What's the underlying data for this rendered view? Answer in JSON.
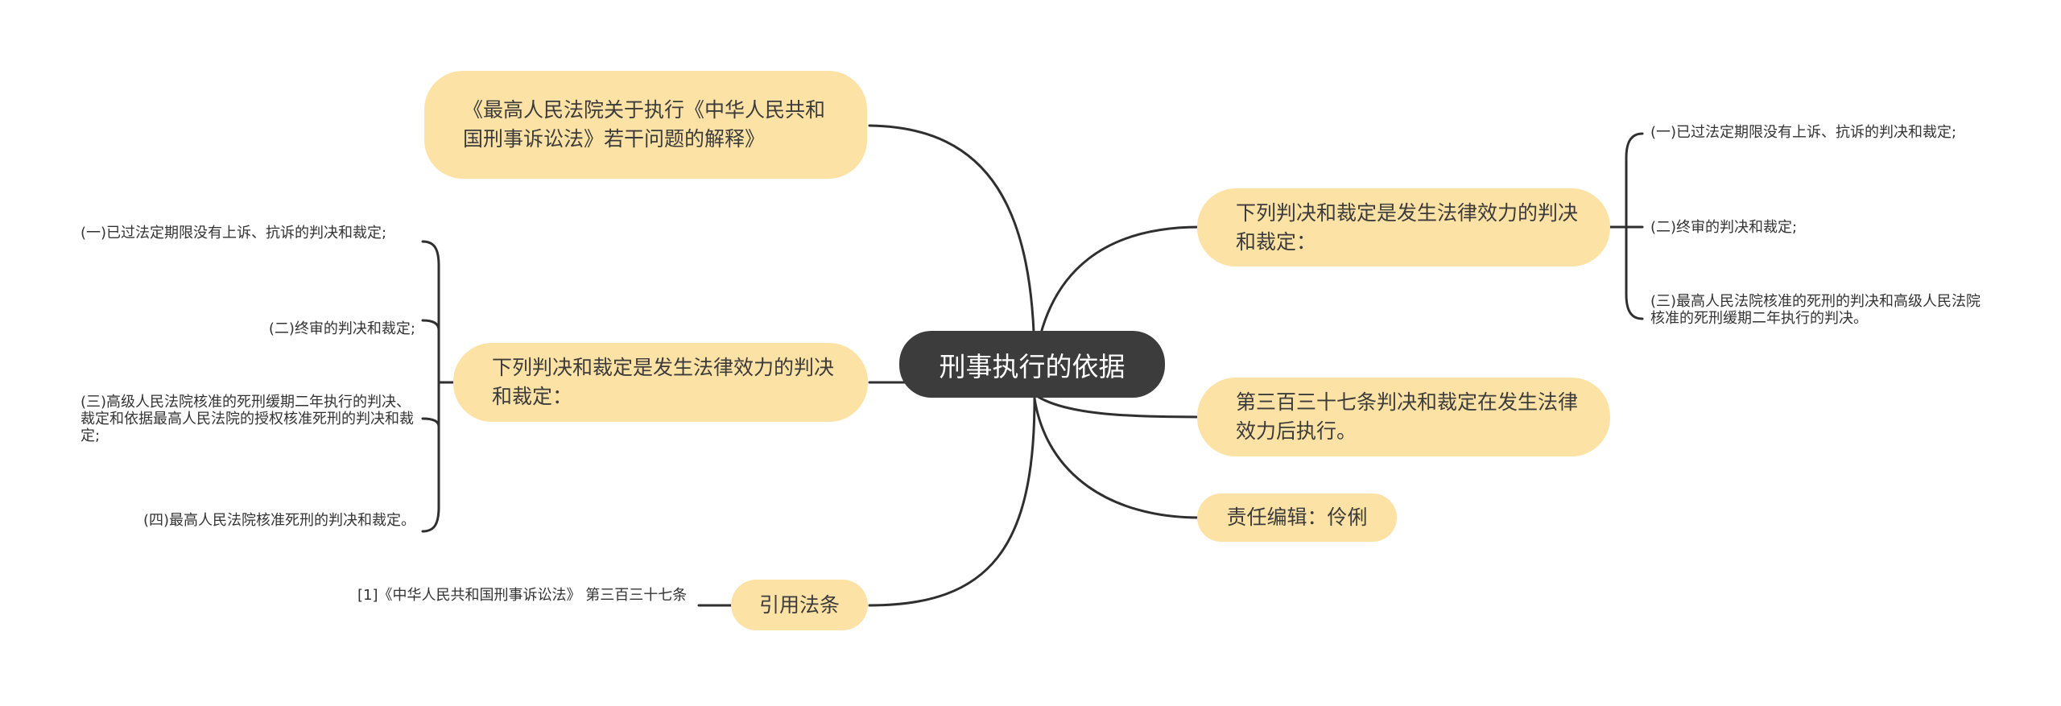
{
  "title": "刑事执行的依据",
  "topics": {
    "interpretation": "《最高人民法院关于执行《中华人民共和国刑事诉讼法》若干问题的解释》",
    "left_effective": "下列判决和裁定是发生法律效力的判决和裁定：",
    "citation": "引用法条",
    "right_effective": "下列判决和裁定是发生法律效力的判决和裁定：",
    "article": "第三百三十七条判决和裁定在发生法律效力后执行。",
    "editor": "责任编辑：伶俐"
  },
  "left_items": [
    "(一)已过法定期限没有上诉、抗诉的判决和裁定;",
    "(二)终审的判决和裁定;",
    "(三)高级人民法院核准的死刑缓期二年执行的判决、裁定和依据最高人民法院的授权核准死刑的判决和裁定;",
    "(四)最高人民法院核准死刑的判决和裁定。"
  ],
  "citation_item": "[1]《中华人民共和国刑事诉讼法》 第三百三十七条",
  "right_items": [
    "(一)已过法定期限没有上诉、抗诉的判决和裁定;",
    "(二)终审的判决和裁定;",
    "(三)最高人民法院核准的死刑的判决和高级人民法院核准的死刑缓期二年执行的判决。"
  ],
  "colors": {
    "root_bg": "#3c3c3c",
    "branch_bg": "#fde2a5",
    "line": "#2f2f2f"
  }
}
